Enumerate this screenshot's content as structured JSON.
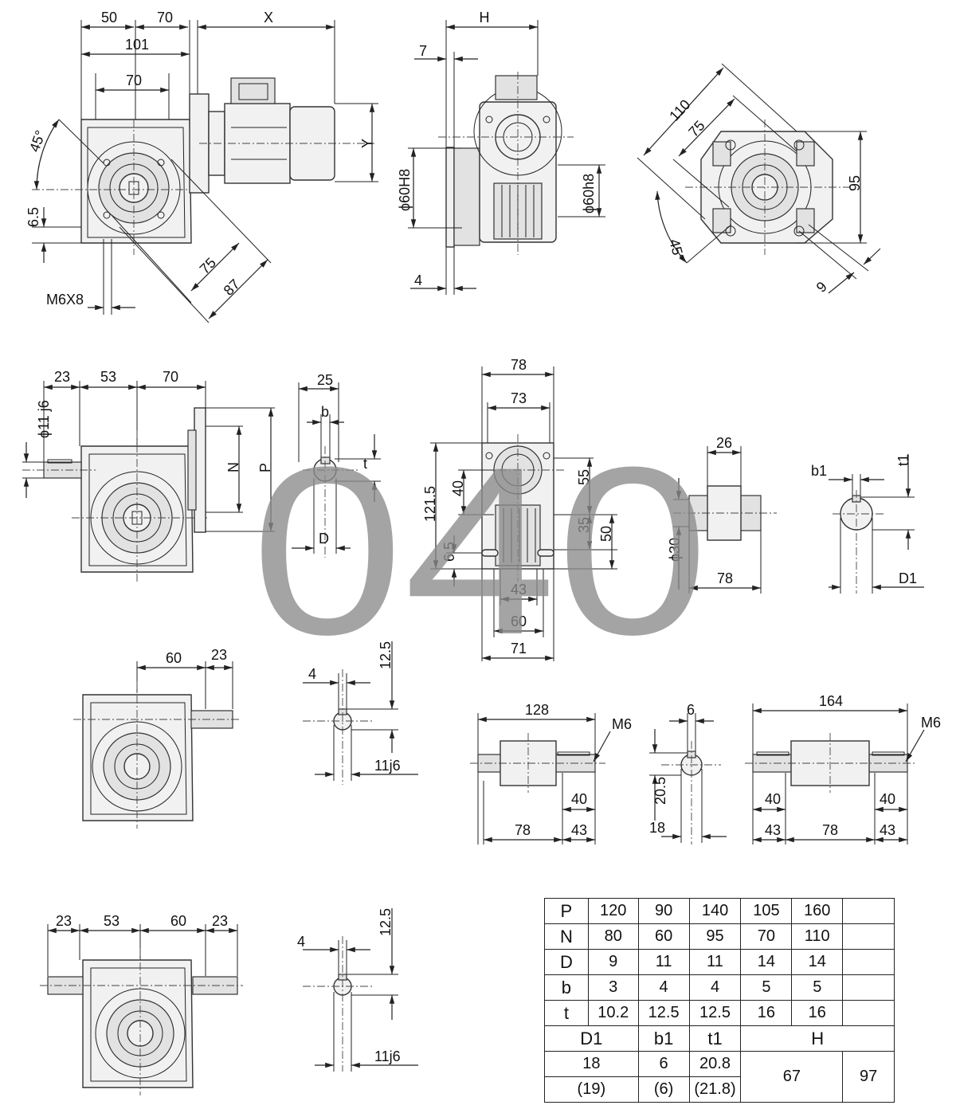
{
  "watermark": "040",
  "views": {
    "top_left": {
      "dims": [
        "50",
        "70",
        "X",
        "101",
        "70",
        "Y",
        "6.5",
        "75",
        "87",
        "M6X8"
      ],
      "angle": "45°"
    },
    "top_side": {
      "dims": [
        "H",
        "7",
        "ϕ60H8",
        "ϕ60h8",
        "4"
      ]
    },
    "top_flange": {
      "dims": [
        "110",
        "75",
        "95",
        "9"
      ],
      "angle": "45°"
    },
    "mid_left": {
      "dims": [
        "23",
        "53",
        "70",
        "ϕ11 j6",
        "N",
        "P"
      ]
    },
    "shaft_key": {
      "dims": [
        "25",
        "b",
        "t",
        "D"
      ]
    },
    "mid_front": {
      "dims": [
        "78",
        "73",
        "121.5",
        "40",
        "55",
        "35",
        "50",
        "6.5",
        "43",
        "60",
        "71"
      ]
    },
    "hollow_shaft": {
      "dims": [
        "26",
        "ϕ30",
        "78"
      ]
    },
    "bore_key": {
      "dims": [
        "b1",
        "t1",
        "D1"
      ]
    },
    "row3_left": {
      "dims": [
        "60",
        "23"
      ]
    },
    "row3_key": {
      "dims": [
        "4",
        "12.5",
        "11j6"
      ]
    },
    "shaft_single": {
      "dims": [
        "128",
        "M6",
        "40",
        "78",
        "43"
      ]
    },
    "shaft_key2": {
      "dims": [
        "6",
        "20.5",
        "18"
      ]
    },
    "shaft_double": {
      "dims": [
        "164",
        "M6",
        "40",
        "40",
        "43",
        "78",
        "43"
      ]
    },
    "row4_left": {
      "dims": [
        "23",
        "53",
        "60",
        "23"
      ]
    },
    "row4_key": {
      "dims": [
        "4",
        "12.5",
        "11j6"
      ]
    }
  },
  "table": {
    "rows": [
      [
        "P",
        "120",
        "90",
        "140",
        "105",
        "160",
        ""
      ],
      [
        "N",
        "80",
        "60",
        "95",
        "70",
        "110",
        ""
      ],
      [
        "D",
        "9",
        "11",
        "11",
        "14",
        "14",
        ""
      ],
      [
        "b",
        "3",
        "4",
        "4",
        "5",
        "5",
        ""
      ],
      [
        "t",
        "10.2",
        "12.5",
        "12.5",
        "16",
        "16",
        ""
      ]
    ],
    "header2": [
      "D1",
      "b1",
      "t1",
      "H"
    ],
    "d1": [
      "18",
      "(19)"
    ],
    "b1": [
      "6",
      "(6)"
    ],
    "t1": [
      "20.8",
      "(21.8)"
    ],
    "h": [
      "67",
      "97"
    ]
  }
}
